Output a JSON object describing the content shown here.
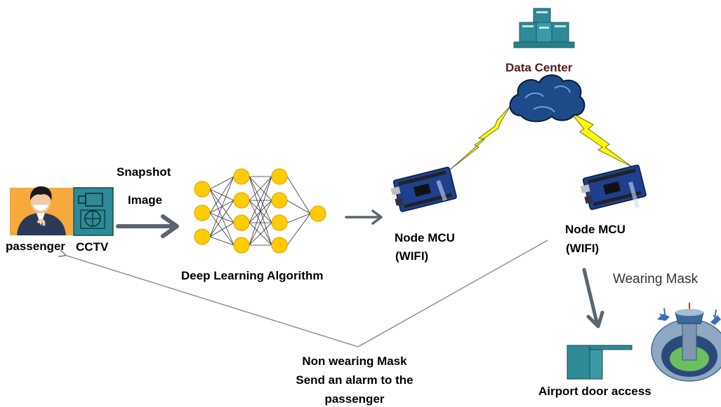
{
  "labels": {
    "snapshot": "Snapshot",
    "image": "Image",
    "passenger": "passenger",
    "cctv": "CCTV",
    "algorithm": "Deep Learning Algorithm",
    "node1_line1": "Node MCU",
    "node1_line2": "(WIFI)",
    "node2_line1": "Node MCU",
    "node2_line2": "(WIFI)",
    "data_center": "Data Center",
    "wearing_mask": "Wearing Mask",
    "non_wearing_1": "Non wearing Mask",
    "non_wearing_2": "Send an alarm to the",
    "non_wearing_3": "passenger",
    "airport_access": "Airport door access"
  },
  "colors": {
    "node_fill": "#ffcc00",
    "node_stroke": "#e8a800",
    "arrow": "#5a6570",
    "cctv_bg": "#2d8a96",
    "passenger_bg": "#f7a93c",
    "data_center_label": "#5c1a1a",
    "lightning": "#ffff00",
    "cloud": "#1a3a6a",
    "board": "#1f3f8f"
  }
}
